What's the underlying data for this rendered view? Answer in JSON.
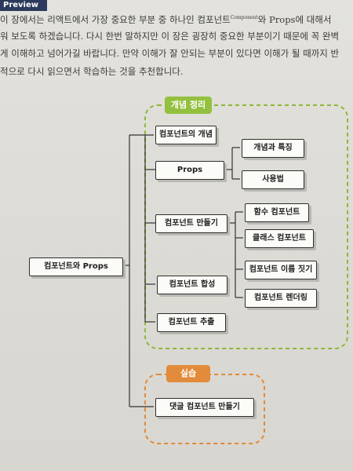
{
  "header": {
    "preview_label": "Preview"
  },
  "intro": {
    "line1_before": "이 장에서는 리액트에서 가장 중요한 부분 중 하나인 컴포넌트",
    "line1_sup": "Component",
    "line1_after": "와 Props에 대해서",
    "line2": "워 보도록 하겠습니다. 다시 한번 말하지만 이 장은 굉장히 중요한 부분이기 때문에 꼭 완벽",
    "line3": "게 이해하고 넘어가길 바랍니다. 만약 이해가 잘 안되는 부분이 있다면 이해가 될 때까지 반",
    "line4": "적으로 다시 읽으면서 학습하는 것을 추천합니다."
  },
  "diagram": {
    "root": "컴포넌트와 Props",
    "concept_tag": "개념 정리",
    "practice_tag": "실습",
    "concepts": {
      "concept": "컴포넌트의 개념",
      "props": "Props",
      "making": "컴포넌트 만들기",
      "composition": "컴포넌트 합성",
      "extraction": "컴포넌트 추출"
    },
    "props_children": {
      "concept_feature": "개념과 특징",
      "usage": "사용법"
    },
    "making_children": {
      "function_component": "함수 컴포넌트",
      "class_component": "클래스 컴포넌트",
      "naming": "컴포넌트 이름 짓기",
      "rendering": "컴포넌트 렌더링"
    },
    "practice": {
      "comment_component": "댓글 컴포넌트 만들기"
    }
  }
}
